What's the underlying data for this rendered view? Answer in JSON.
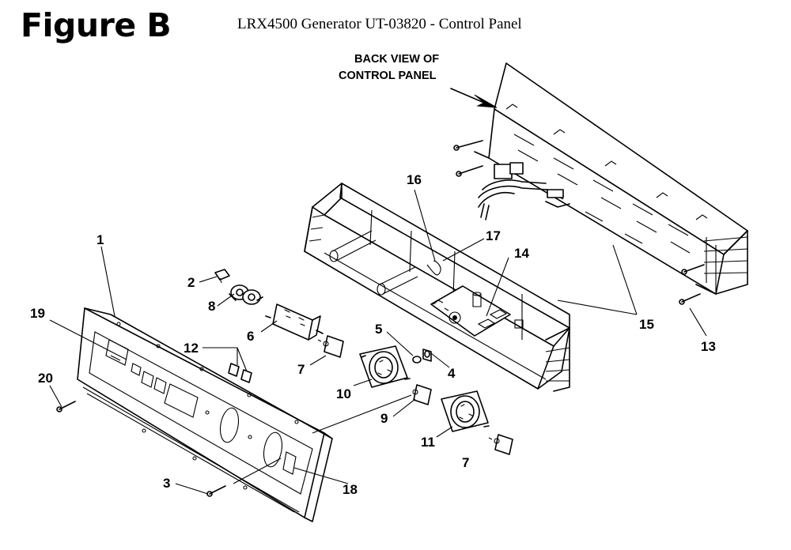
{
  "header": {
    "figure_label": "Figure B",
    "title": "LRX4500 Generator UT-03820 - Control Panel"
  },
  "annotation": {
    "line1": "BACK VIEW OF",
    "line2": "CONTROL PANEL"
  },
  "callouts": {
    "c1": "1",
    "c2": "2",
    "c3": "3",
    "c4": "4",
    "c5": "5",
    "c6": "6",
    "c7a": "7",
    "c7b": "7",
    "c8": "8",
    "c9": "9",
    "c10": "10",
    "c11": "11",
    "c12": "12",
    "c13": "13",
    "c14": "14",
    "c15": "15",
    "c16": "16",
    "c17": "17",
    "c18": "18",
    "c19": "19",
    "c20": "20"
  }
}
